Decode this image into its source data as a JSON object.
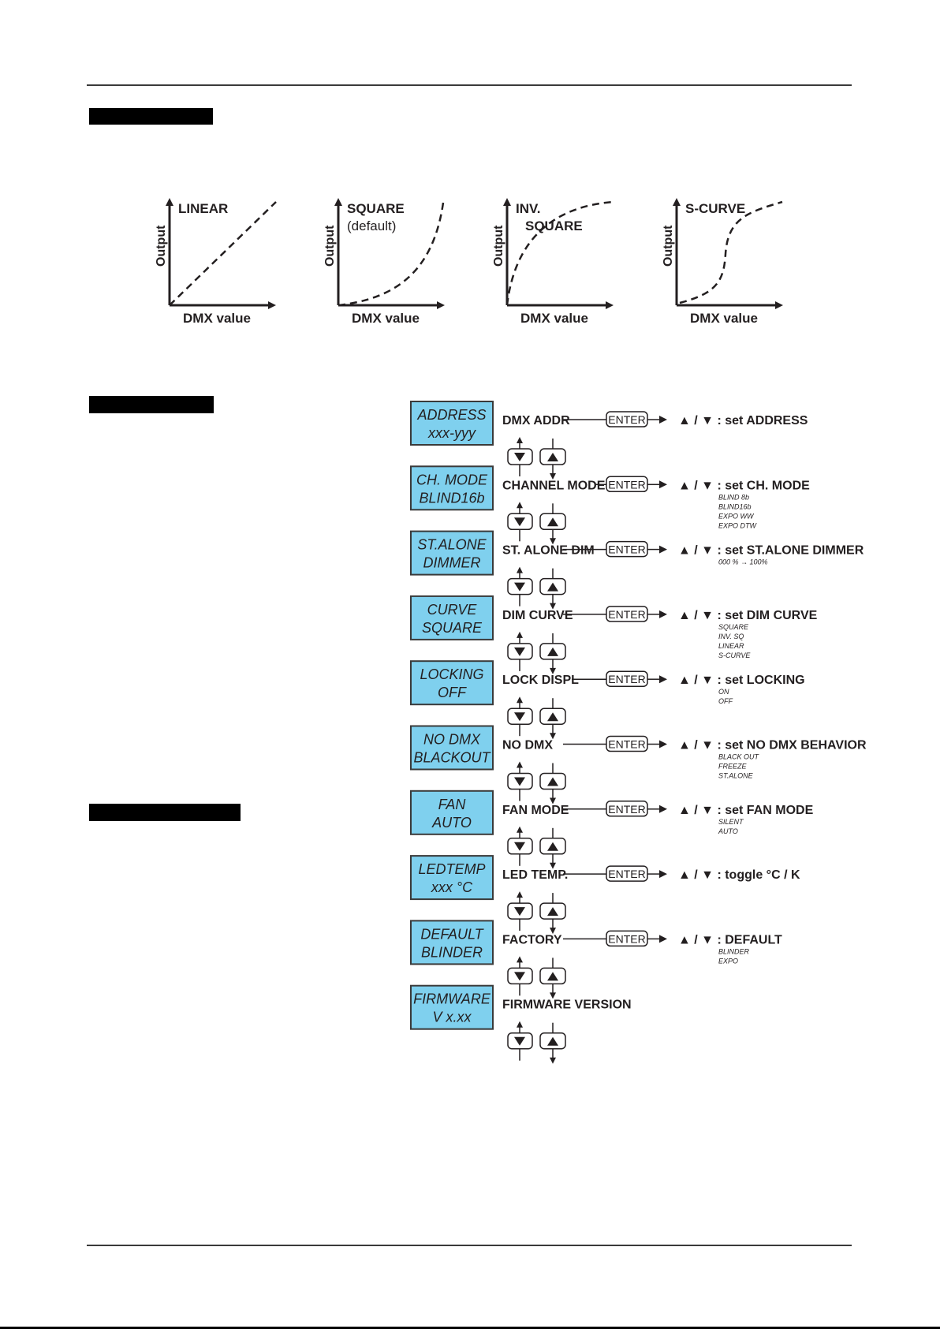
{
  "curves": [
    {
      "id": "linear",
      "label_line1": "LINEAR",
      "label_line2": "",
      "shape": "linear"
    },
    {
      "id": "square",
      "label_line1": "SQUARE",
      "label_line2": "(default)",
      "shape": "square"
    },
    {
      "id": "inv-square",
      "label_line1": "INV.",
      "label_line2": "SQUARE",
      "shape": "inv-square"
    },
    {
      "id": "s-curve",
      "label_line1": "S-CURVE",
      "label_line2": "",
      "shape": "s-curve"
    }
  ],
  "axis_labels": {
    "x": "DMX value",
    "y": "Output"
  },
  "menu": {
    "enter_label": "ENTER",
    "rows": [
      {
        "display": [
          "ADDRESS",
          "xxx-yyy"
        ],
        "name": "DMX ADDR",
        "action": "▲ / ▼ : set ADDRESS",
        "options": []
      },
      {
        "display": [
          "CH. MODE",
          "BLIND16b"
        ],
        "name": "CHANNEL MODE",
        "action": "▲ / ▼ : set CH. MODE",
        "options": [
          "BLIND 8b",
          "BLIND16b",
          "EXPO WW",
          "EXPO DTW"
        ]
      },
      {
        "display": [
          "ST.ALONE",
          "DIMMER"
        ],
        "name": "ST. ALONE DIM",
        "action": "▲ / ▼ : set ST.ALONE DIMMER",
        "options": [
          "000 % → 100%"
        ]
      },
      {
        "display": [
          "CURVE",
          "SQUARE"
        ],
        "name": "DIM CURVE",
        "action": "▲ / ▼ : set DIM CURVE",
        "options": [
          "SQUARE",
          "INV. SQ",
          "LINEAR",
          "S-CURVE"
        ]
      },
      {
        "display": [
          "LOCKING",
          "OFF"
        ],
        "name": "LOCK DISPL",
        "action": "▲ / ▼ : set LOCKING",
        "options": [
          "ON",
          "OFF"
        ]
      },
      {
        "display": [
          "NO DMX",
          "BLACKOUT"
        ],
        "name": "NO DMX",
        "action": "▲ / ▼ : set NO DMX BEHAVIOR",
        "options": [
          "BLACK OUT",
          "FREEZE",
          "ST.ALONE"
        ]
      },
      {
        "display": [
          "FAN",
          "AUTO"
        ],
        "name": "FAN MODE",
        "action": "▲ / ▼ : set FAN MODE",
        "options": [
          "SILENT",
          "AUTO"
        ]
      },
      {
        "display": [
          "LEDTEMP",
          "xxx °C"
        ],
        "name": "LED TEMP.",
        "action": "▲ / ▼ : toggle  °C / K",
        "options": []
      },
      {
        "display": [
          "DEFAULT",
          "BLINDER"
        ],
        "name": "FACTORY",
        "action": "▲ / ▼ : DEFAULT",
        "options": [
          "BLINDER",
          "EXPO"
        ]
      },
      {
        "display": [
          "FIRMWARE",
          "V x.xx"
        ],
        "name": "FIRMWARE VERSION",
        "action": "",
        "options": []
      }
    ]
  },
  "colors": {
    "display_fill": "#7fd0ee",
    "display_stroke": "#3a3a3a",
    "ink": "#231f20"
  }
}
